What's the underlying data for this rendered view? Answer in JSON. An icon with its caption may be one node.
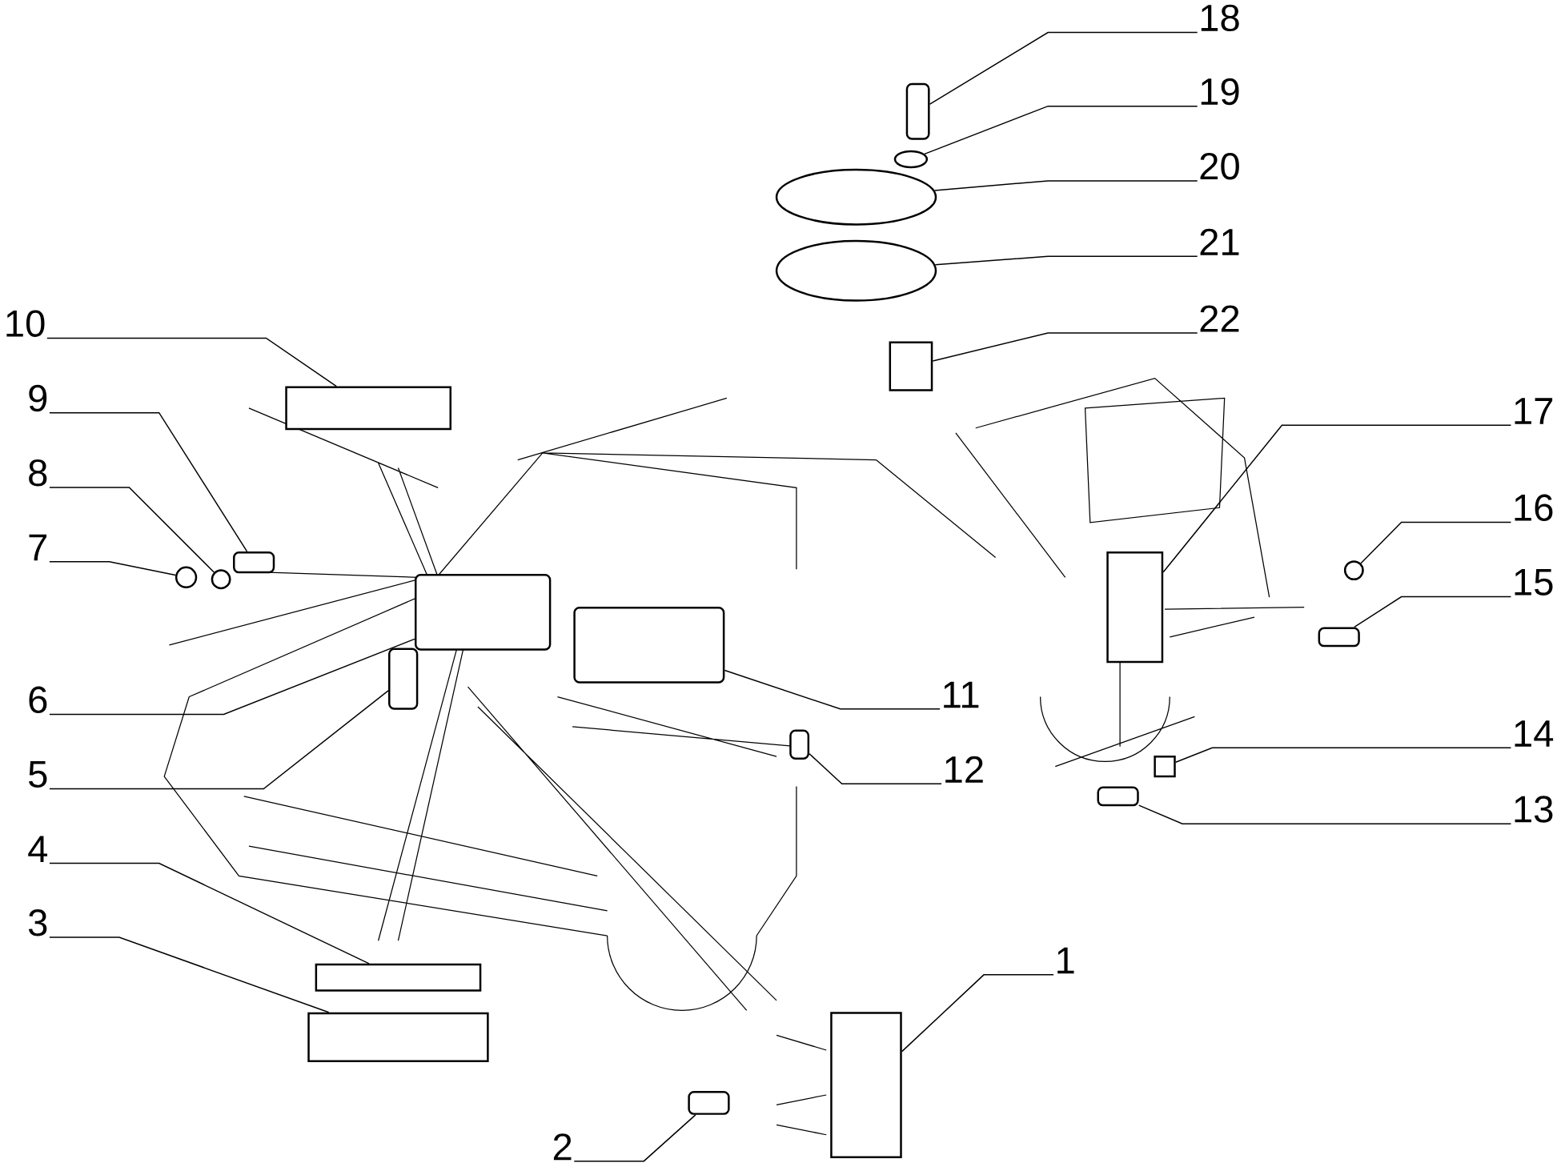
{
  "diagram": {
    "nodes": [
      {
        "text": [
          "1"
        ]
      },
      {
        "text": [
          "2"
        ]
      },
      {
        "text": [
          "3"
        ]
      },
      {
        "text": [
          "4"
        ]
      },
      {
        "text": [
          "5"
        ]
      },
      {
        "text": [
          "6"
        ]
      },
      {
        "text": [
          "7"
        ]
      },
      {
        "text": [
          "8"
        ]
      },
      {
        "text": [
          "9"
        ]
      },
      {
        "text": [
          "10"
        ]
      },
      {
        "text": [
          "11"
        ]
      },
      {
        "text": [
          "12"
        ]
      },
      {
        "text": [
          "13"
        ]
      },
      {
        "text": [
          "14"
        ]
      },
      {
        "text": [
          "15"
        ]
      },
      {
        "text": [
          "16"
        ]
      },
      {
        "text": [
          "17"
        ]
      },
      {
        "text": [
          "18"
        ]
      },
      {
        "text": [
          "19"
        ]
      },
      {
        "text": [
          "20"
        ]
      },
      {
        "text": [
          "21"
        ]
      },
      {
        "text": [
          "22"
        ]
      },
      {
        "text": [],
        "shape": "box"
      },
      {
        "text": [],
        "shape": "box"
      },
      {
        "text": [],
        "shape": "box"
      },
      {
        "text": [],
        "shape": "box"
      },
      {
        "text": [],
        "shape": "box"
      },
      {
        "text": [],
        "shape": "box"
      },
      {
        "text": [],
        "shape": "circle"
      },
      {
        "text": [],
        "shape": "circle"
      },
      {
        "text": [],
        "shape": "box"
      },
      {
        "text": [],
        "shape": "box"
      },
      {
        "text": [],
        "shape": "box"
      },
      {
        "text": [],
        "shape": "box"
      },
      {
        "text": [],
        "shape": "box"
      },
      {
        "text": [],
        "shape": "box"
      },
      {
        "text": [],
        "shape": "box"
      },
      {
        "text": [],
        "shape": "circle"
      },
      {
        "text": [],
        "shape": "box"
      },
      {
        "text": [],
        "shape": "box"
      },
      {
        "text": [],
        "shape": "ellipse"
      },
      {
        "text": [],
        "shape": "ellipse"
      },
      {
        "text": [],
        "shape": "ellipse"
      },
      {
        "text": [],
        "shape": "box"
      }
    ],
    "edges": [
      {
        "from": 0,
        "to": 22,
        "arrow": "none"
      },
      {
        "from": 1,
        "to": 23,
        "arrow": "none"
      },
      {
        "from": 2,
        "to": 24,
        "arrow": "none"
      },
      {
        "from": 3,
        "to": 25,
        "arrow": "none"
      },
      {
        "from": 4,
        "to": 26,
        "arrow": "none"
      },
      {
        "from": 5,
        "to": 27,
        "arrow": "none"
      },
      {
        "from": 6,
        "to": 28,
        "arrow": "none"
      },
      {
        "from": 7,
        "to": 29,
        "arrow": "none"
      },
      {
        "from": 8,
        "to": 30,
        "arrow": "none"
      },
      {
        "from": 9,
        "to": 31,
        "arrow": "none"
      },
      {
        "from": 10,
        "to": 32,
        "arrow": "none"
      },
      {
        "from": 11,
        "to": 33,
        "arrow": "none"
      },
      {
        "from": 12,
        "to": 34,
        "arrow": "none"
      },
      {
        "from": 13,
        "to": 35,
        "arrow": "none"
      },
      {
        "from": 14,
        "to": 36,
        "arrow": "none"
      },
      {
        "from": 15,
        "to": 37,
        "arrow": "none"
      },
      {
        "from": 16,
        "to": 38,
        "arrow": "none"
      },
      {
        "from": 17,
        "to": 39,
        "arrow": "none"
      },
      {
        "from": 18,
        "to": 40,
        "arrow": "none"
      },
      {
        "from": 19,
        "to": 41,
        "arrow": "none"
      },
      {
        "from": 20,
        "to": 42,
        "arrow": "none"
      },
      {
        "from": 21,
        "to": 43,
        "arrow": "none"
      }
    ]
  }
}
